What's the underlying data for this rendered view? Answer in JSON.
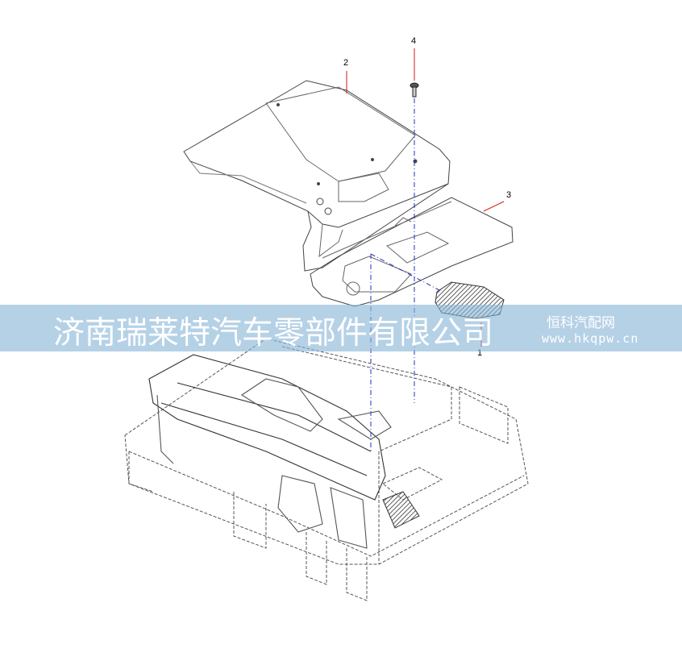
{
  "callouts": [
    {
      "id": "1",
      "label": "1"
    },
    {
      "id": "2",
      "label": "2"
    },
    {
      "id": "3",
      "label": "3"
    },
    {
      "id": "4",
      "label": "4"
    }
  ],
  "watermark": {
    "company": "济南瑞莱特汽车零部件有限公司",
    "site_name": "恒科汽配网",
    "site_url": "www.hkqpw.cn"
  },
  "colors": {
    "leader": "#d01818",
    "line": "#444444",
    "banner": "#87b4d7",
    "dash": "#2030c0"
  }
}
